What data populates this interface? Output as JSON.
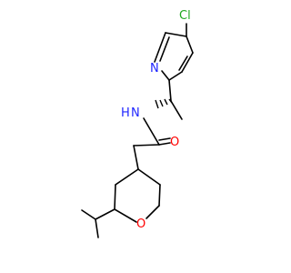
{
  "molecule": {
    "atoms": {
      "cl": "Cl",
      "n_ring": "N",
      "n_amide": "N",
      "h_amide": "H",
      "o_carbonyl": "O",
      "o_ring": "O"
    }
  },
  "colors": {
    "carbon": "#000000",
    "nitrogen": "#1f26ff",
    "oxygen": "#ff0000",
    "chlorine": "#1fa81f"
  }
}
